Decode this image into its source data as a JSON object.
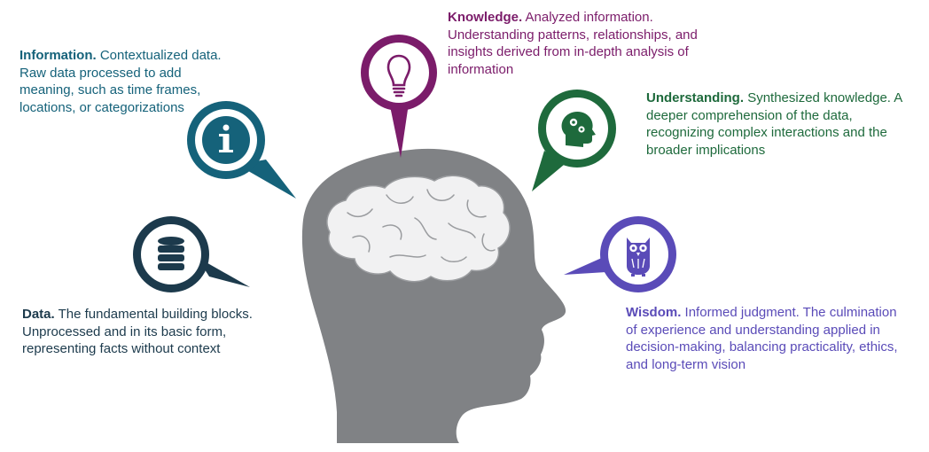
{
  "stages": [
    {
      "key": "information",
      "title": "Information.",
      "description": "Contextualized data. Raw data processed to add meaning, such as time frames, locations, or categorizations",
      "color": "#15627a",
      "icon": "info-icon"
    },
    {
      "key": "knowledge",
      "title": "Knowledge.",
      "description": "Analyzed information. Understanding patterns, relationships, and insights derived from in-depth analysis of information",
      "color": "#7b1c6a",
      "icon": "lightbulb-icon"
    },
    {
      "key": "understanding",
      "title": "Understanding.",
      "description": "Synthesized knowledge. A deeper comprehension of the data, recognizing complex interactions and the broader implications",
      "color": "#1e6a3c",
      "icon": "head-gears-icon"
    },
    {
      "key": "data",
      "title": "Data.",
      "description": "The fundamental building blocks. Unprocessed and in its basic form, representing facts without context",
      "color": "#1c3a4c",
      "icon": "database-icon"
    },
    {
      "key": "wisdom",
      "title": "Wisdom.",
      "description": "Informed judgment. The culmination of experience and understanding applied in decision-making, balancing practicality, ethics, and long-term vision",
      "color": "#5a4bb8",
      "icon": "owl-icon"
    }
  ],
  "head_color": "#808285",
  "brain_color": "#f1f1f2"
}
